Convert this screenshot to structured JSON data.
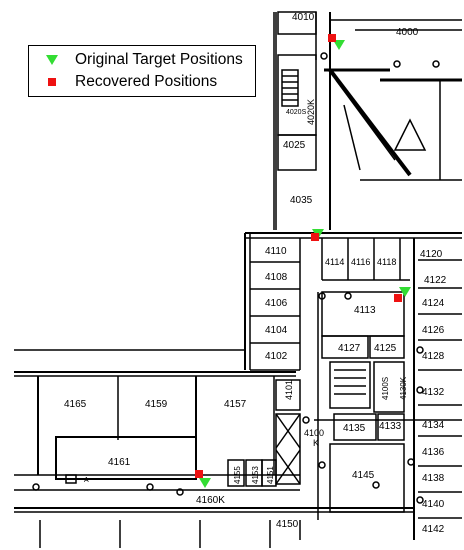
{
  "legend": {
    "items": [
      {
        "label": "Original Target Positions",
        "marker": "triangle-down",
        "color": "#33dd33"
      },
      {
        "label": "Recovered Positions",
        "marker": "square",
        "color": "#ee1111"
      }
    ]
  },
  "rooms": {
    "r4010": "4010",
    "r4000": "4000",
    "r4020S": "4020S",
    "r4020K": "4020K",
    "r4025": "4025",
    "r4035": "4035",
    "r4110": "4110",
    "r4108": "4108",
    "r4106": "4106",
    "r4104": "4104",
    "r4102": "4102",
    "r4114": "4114",
    "r4116": "4116",
    "r4118": "4118",
    "r4120": "4120",
    "r4122": "4122",
    "r4124": "4124",
    "r4113": "4113",
    "r4126": "4126",
    "r4127": "4127",
    "r4125": "4125",
    "r4128": "4128",
    "r4165": "4165",
    "r4159": "4159",
    "r4157": "4157",
    "r4101": "4101",
    "r4100S": "4100S",
    "r4130K": "4130K",
    "r4132": "4132",
    "r4100K": "4100",
    "r4100Kb": "K",
    "r4135": "4135",
    "r4133": "4133",
    "r4134": "4134",
    "r4161": "4161",
    "r4145": "4145",
    "r4136": "4136",
    "r4138": "4138",
    "r4155": "4155",
    "r4153": "4153",
    "r4151": "4151",
    "r4160K": "4160K",
    "r4140": "4140",
    "r4150": "4150",
    "r4142": "4142",
    "rA": "A"
  },
  "markers": {
    "original": [
      {
        "label": "target-1"
      },
      {
        "label": "target-2"
      },
      {
        "label": "target-3"
      },
      {
        "label": "target-4"
      }
    ],
    "recovered": [
      {
        "label": "recovered-1"
      },
      {
        "label": "recovered-2"
      },
      {
        "label": "recovered-3"
      },
      {
        "label": "recovered-4"
      }
    ]
  }
}
